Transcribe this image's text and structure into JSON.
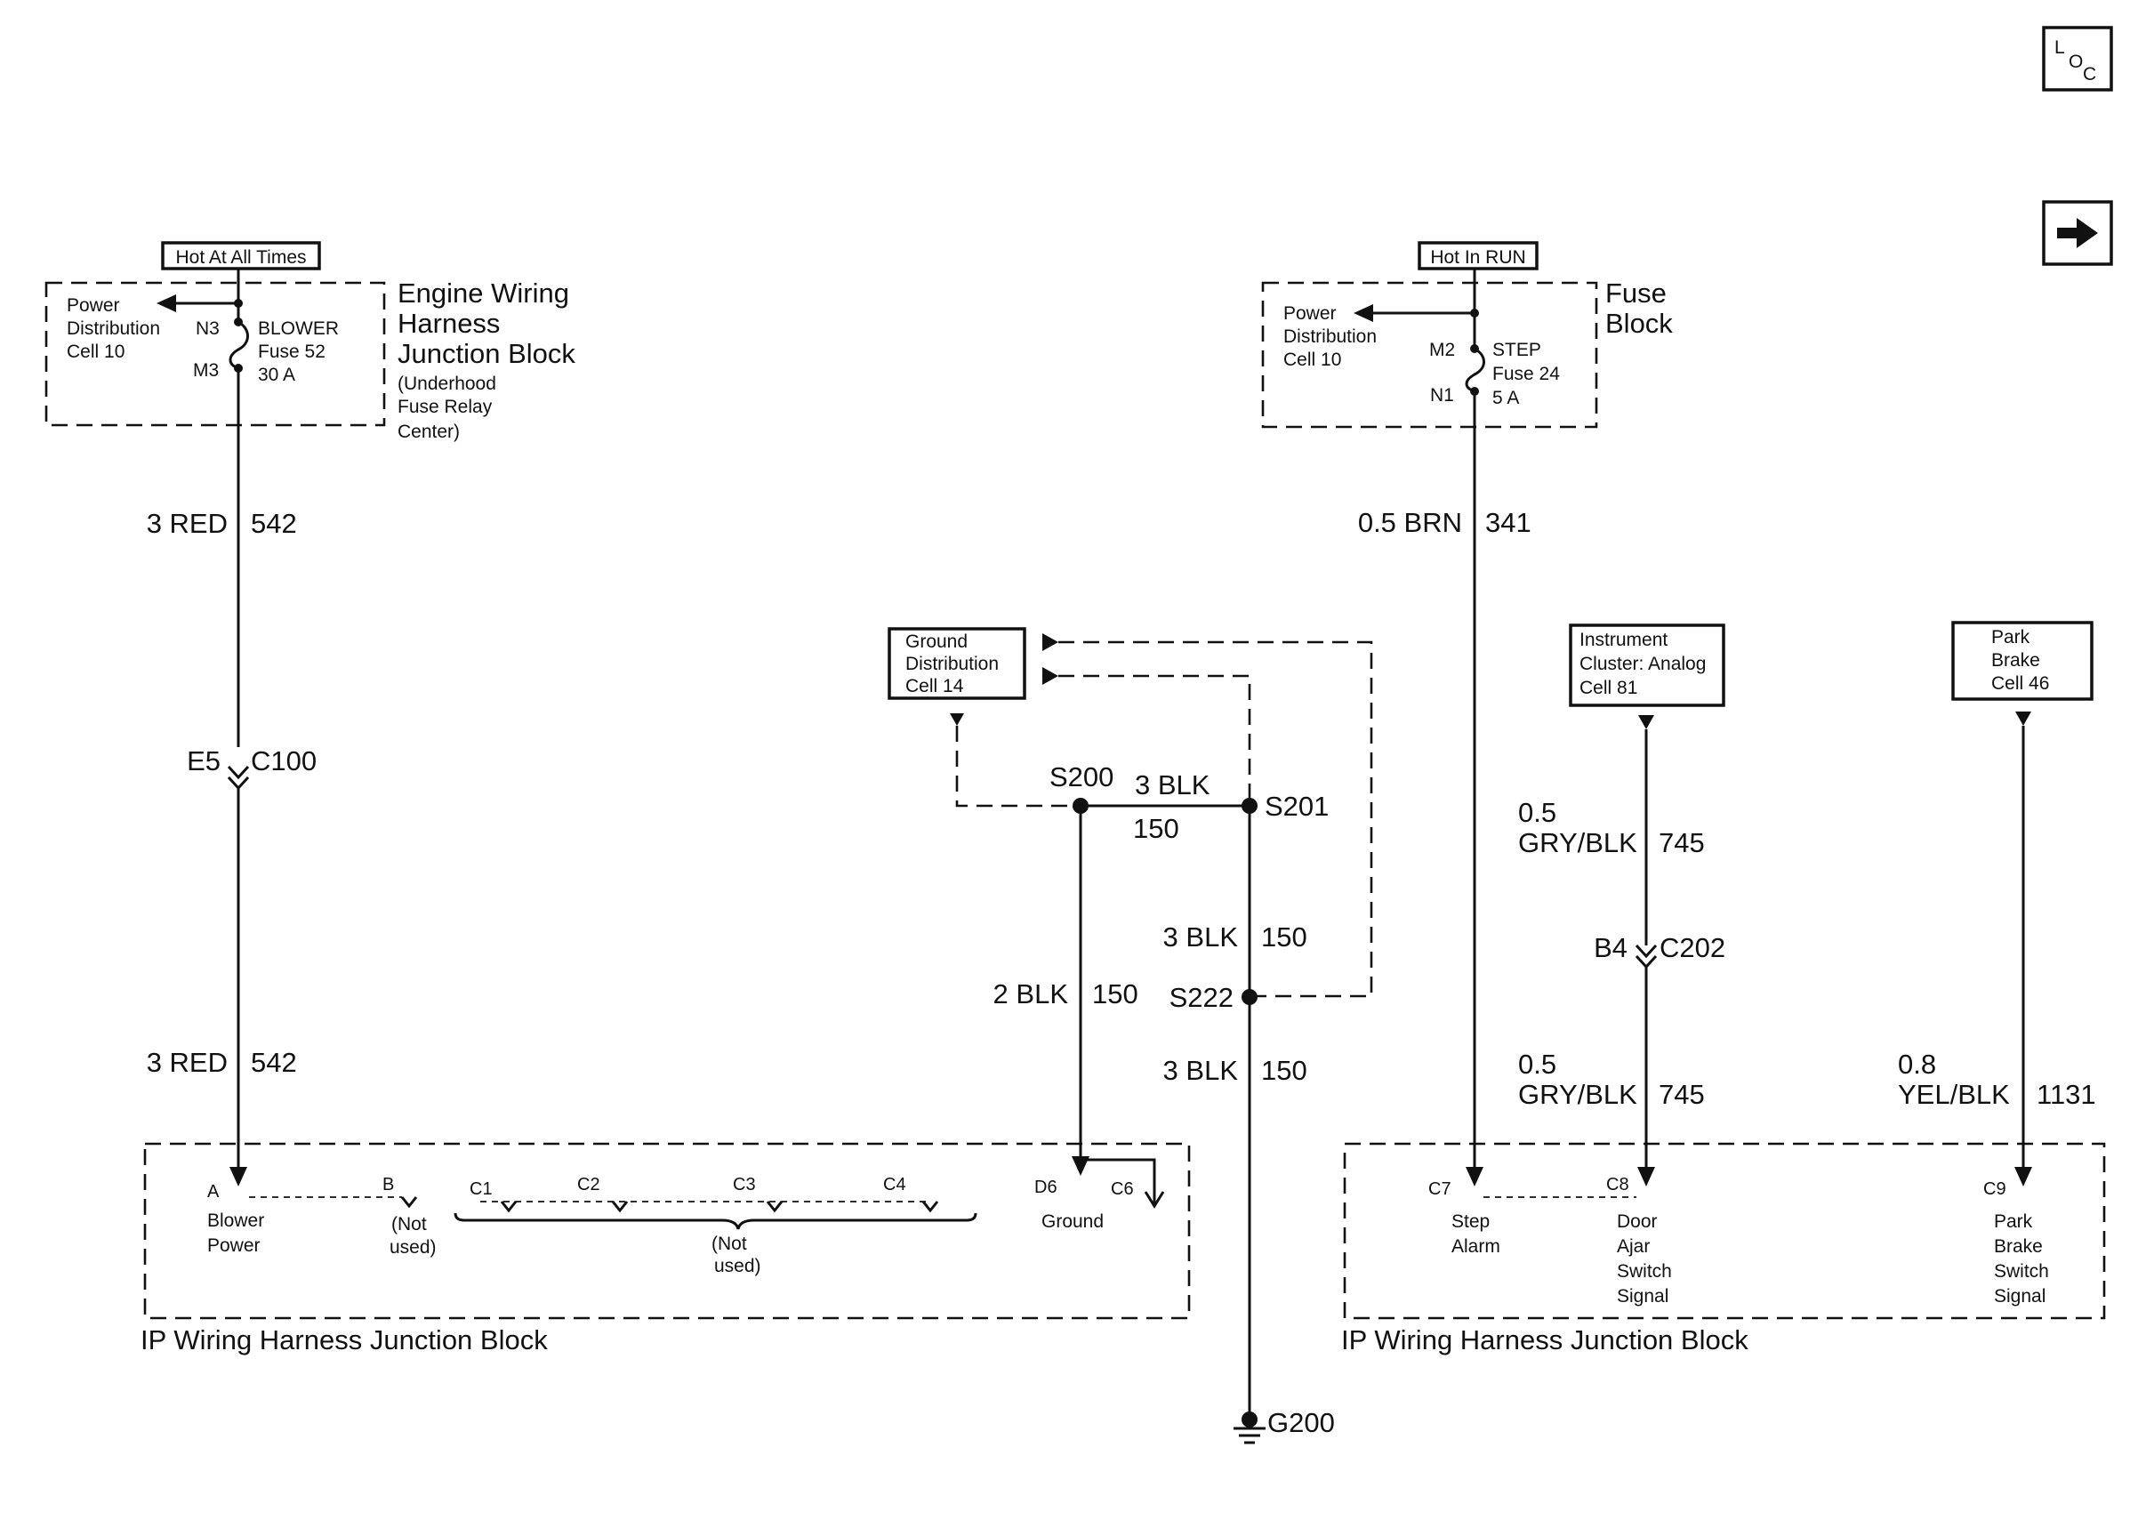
{
  "nav": {
    "loc_button": {
      "l": "L",
      "o": "O",
      "c": "C"
    },
    "next_icon": "right-arrow-icon"
  },
  "engine_block": {
    "hot_label": "Hot At All Times",
    "name_lines": [
      "Engine Wiring",
      "Harness",
      "Junction Block"
    ],
    "sub_lines": [
      "(Underhood",
      "Fuse Relay",
      "Center)"
    ],
    "power_dist": [
      "Power",
      "Distribution",
      "Cell 10"
    ],
    "pin_top": "N3",
    "pin_bottom": "M3",
    "fuse_lines": [
      "BLOWER",
      "Fuse 52",
      "30 A"
    ]
  },
  "fuse_block": {
    "hot_label": "Hot In RUN",
    "name_lines": [
      "Fuse",
      "Block"
    ],
    "power_dist": [
      "Power",
      "Distribution",
      "Cell 10"
    ],
    "pin_top": "M2",
    "pin_bottom": "N1",
    "fuse_lines": [
      "STEP",
      "Fuse 24",
      "5 A"
    ]
  },
  "wires": {
    "red_upper": {
      "gauge": "3 RED",
      "circuit": "542"
    },
    "red_lower": {
      "gauge": "3 RED",
      "circuit": "542"
    },
    "brn": {
      "gauge": "0.5 BRN",
      "circuit": "341"
    },
    "blk_s200_s201": {
      "gauge": "3 BLK",
      "circuit": "150"
    },
    "blk_s200_down": {
      "gauge": "2 BLK",
      "circuit": "150"
    },
    "blk_s201_s222": {
      "gauge": "3 BLK",
      "circuit": "150"
    },
    "blk_s222_g200": {
      "gauge": "3 BLK",
      "circuit": "150"
    },
    "gry_upper": {
      "gauge_lines": [
        "0.5",
        "GRY/BLK"
      ],
      "circuit": "745"
    },
    "gry_lower": {
      "gauge_lines": [
        "0.5",
        "GRY/BLK"
      ],
      "circuit": "745"
    },
    "yel": {
      "gauge_lines": [
        "0.8",
        "YEL/BLK"
      ],
      "circuit": "1131"
    }
  },
  "connectors": {
    "c100": {
      "pin": "E5",
      "name": "C100"
    },
    "c202": {
      "pin": "B4",
      "name": "C202"
    }
  },
  "splices": {
    "s200": "S200",
    "s201": "S201",
    "s222": "S222"
  },
  "ground": {
    "name": "G200"
  },
  "refs": {
    "ground_dist": [
      "Ground",
      "Distribution",
      "Cell 14"
    ],
    "instrument": [
      "Instrument",
      "Cluster: Analog",
      "Cell 81"
    ],
    "park_brake": [
      "Park",
      "Brake",
      "Cell 46"
    ]
  },
  "ip_left": {
    "title": "IP Wiring Harness Junction Block",
    "pin_a": "A",
    "pin_a_label": [
      "Blower",
      "Power"
    ],
    "pin_b": "B",
    "pin_b_label": [
      "(Not",
      "used)"
    ],
    "pins_c": [
      "C1",
      "C2",
      "C3",
      "C4"
    ],
    "pins_c_label": [
      "(Not",
      "used)"
    ],
    "pin_d6": "D6",
    "pin_c6": "C6",
    "ground_label": "Ground"
  },
  "ip_right": {
    "title": "IP Wiring Harness Junction Block",
    "pin_c7": "C7",
    "pin_c7_label": [
      "Step",
      "Alarm"
    ],
    "pin_c8": "C8",
    "pin_c8_label": [
      "Door",
      "Ajar",
      "Switch",
      "Signal"
    ],
    "pin_c9": "C9",
    "pin_c9_label": [
      "Park",
      "Brake",
      "Switch",
      "Signal"
    ]
  }
}
